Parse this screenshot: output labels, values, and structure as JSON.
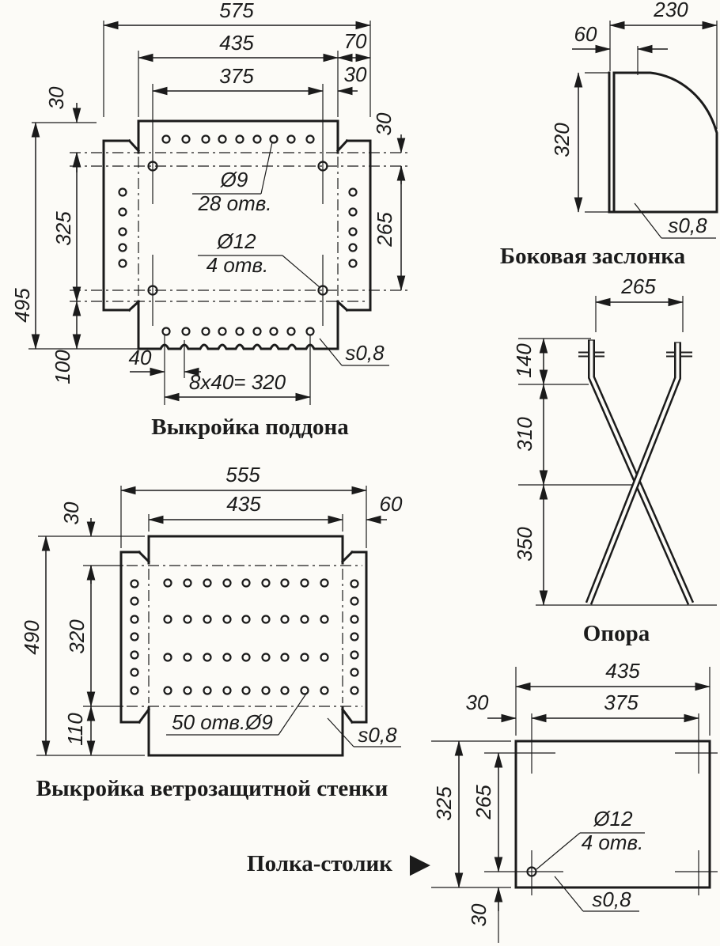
{
  "sheet": {
    "bg": "#fcfbf7",
    "ink": "#1b1b1b"
  },
  "pallet": {
    "caption": "Выкройка поддона",
    "w575": "575",
    "w435": "435",
    "w70": "70",
    "w375": "375",
    "w30_top": "30",
    "h30_left": "30",
    "h325": "325",
    "h495": "495",
    "h100": "100",
    "h30_right": "30",
    "h265": "265",
    "p40": "40",
    "p320": "8x40= 320",
    "d9": "Ø9",
    "d9n": "28 отв.",
    "d12": "Ø12",
    "d12n": "4 отв.",
    "s": "s0,8"
  },
  "damper": {
    "caption": "Боковая заслонка",
    "w230": "230",
    "w60": "60",
    "h320": "320",
    "s": "s0,8"
  },
  "support": {
    "caption": "Опора",
    "w265": "265",
    "h140": "140",
    "h310": "310",
    "h350": "350"
  },
  "windwall": {
    "caption": "Выкройка ветрозащитной стенки",
    "w555": "555",
    "w435": "435",
    "w60": "60",
    "h30": "30",
    "h490": "490",
    "h320": "320",
    "h110": "110",
    "holes": "50 отв.Ø9",
    "s": "s0,8"
  },
  "shelf": {
    "caption": "Полка-столик",
    "pointer": "▶",
    "w435": "435",
    "w375": "375",
    "w30_top": "30",
    "h325": "325",
    "h265": "265",
    "h30_bottom": "30",
    "d12": "Ø12",
    "d12n": "4 отв.",
    "s": "s0,8"
  }
}
